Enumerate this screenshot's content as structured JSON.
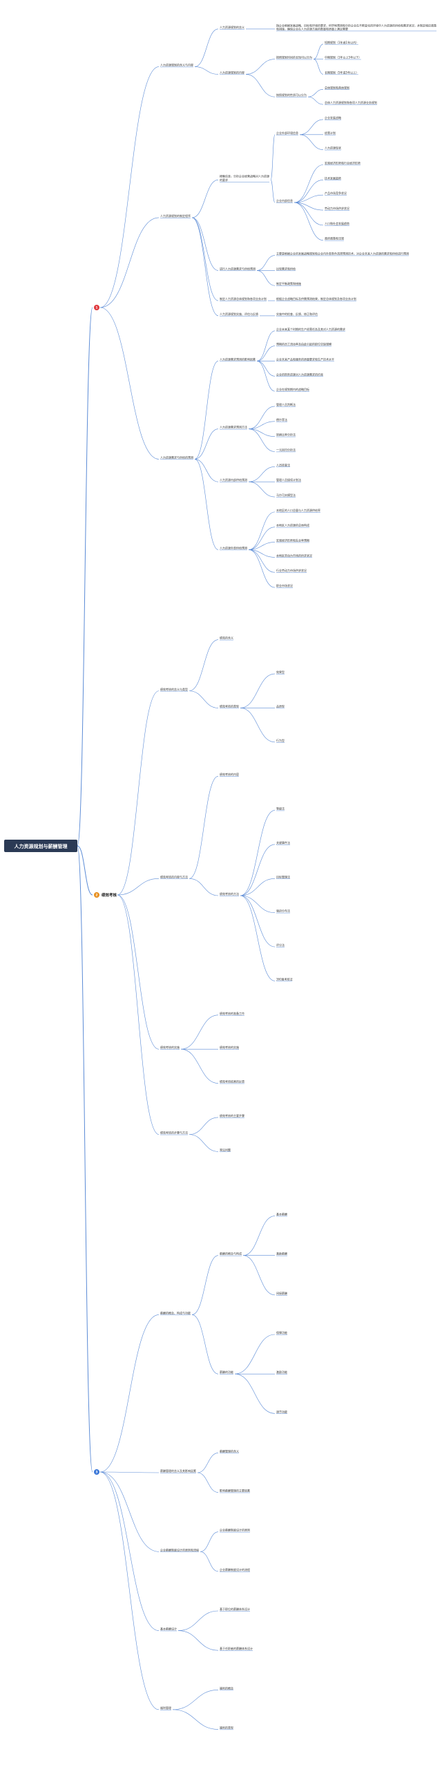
{
  "root": {
    "label": "人力资源规划与薪酬管理"
  },
  "branches": [
    {
      "num": "1",
      "label": "",
      "color": "#e0393e",
      "children": [
        {
          "label": "人力资源规划的含义与内容",
          "children": [
            {
              "label": "人力资源规划的含义",
              "children": [
                {
                  "label": "指企业根据发展战略、目标和环境的要求，科学地预测和分析企业在不断变化的环境中人力资源的供给和需求状况，并制定相应政策和措施，确保企业在人力资源方面的数量和质量上满足需要"
                }
              ]
            },
            {
              "label": "人力资源规划的内容",
              "children": [
                {
                  "label": "按照规划时间的长短可以分为",
                  "children": [
                    {
                      "label": "短期规划（1年或1年以内）"
                    },
                    {
                      "label": "中期规划（1年以上5年以下）"
                    },
                    {
                      "label": "长期规划（5年或5年以上）"
                    }
                  ]
                },
                {
                  "label": "按照规划的性质可以分为",
                  "children": [
                    {
                      "label": "总体规划和具体规划"
                    },
                    {
                      "label": "总体人力资源规划和各项人力资源业务规划"
                    }
                  ]
                }
              ]
            }
          ]
        },
        {
          "label": "人力资源规划的制定程序",
          "children": [
            {
              "label": "搜集信息，分析企业经营战略对人力资源的要求",
              "children": [
                {
                  "label": "企业外部环境信息",
                  "children": [
                    {
                      "label": "企业发展战略"
                    },
                    {
                      "label": "经营计划"
                    },
                    {
                      "label": "人力资源现状"
                    }
                  ]
                },
                {
                  "label": "企业内部信息",
                  "children": [
                    {
                      "label": "宏观经济形势和行业经济形势"
                    },
                    {
                      "label": "技术发展趋势"
                    },
                    {
                      "label": "产品市场竞争状况"
                    },
                    {
                      "label": "劳动力市场供求状况"
                    },
                    {
                      "label": "人口和社会发展趋势"
                    },
                    {
                      "label": "政府政策和法规"
                    }
                  ]
                }
              ]
            },
            {
              "label": "进行人力资源需求与供给预测",
              "children": [
                {
                  "label": "主要是根据企业的发展战略规划和企业内外部条件选择预测技术，对企业未来人力资源的需求和供给进行预测"
                },
                {
                  "label": "比较需求和供给"
                },
                {
                  "label": "制定平衡政策和措施"
                }
              ]
            },
            {
              "label": "制定人力资源总体规划和各项业务计划",
              "children": [
                {
                  "label": "根据企业战略目标及供需预测结果，制定总体规划及各项业务计划"
                }
              ]
            },
            {
              "label": "人力资源规划实施、评估与反馈",
              "children": [
                {
                  "label": "实施中的检查、反馈、修正和评估"
                }
              ]
            }
          ]
        },
        {
          "label": "人力资源需求与供给的预测",
          "children": [
            {
              "label": "人力资源需求预测的影响因素",
              "children": [
                {
                  "label": "企业未来某个时期的生产经营任务及其对人力资源的需求"
                },
                {
                  "label": "预期的员工流动率及由此引起的职位空缺规模"
                },
                {
                  "label": "企业未来产品和服务的质量要求和生产技术水平"
                },
                {
                  "label": "企业的财务资源对人力资源需求的约束"
                },
                {
                  "label": "企业在规划期内的战略目标"
                }
              ]
            },
            {
              "label": "人力资源需求预测方法",
              "children": [
                {
                  "label": "管理人员判断法"
                },
                {
                  "label": "德尔菲法"
                },
                {
                  "label": "转换比率分析法"
                },
                {
                  "label": "一元回归分析法"
                }
              ]
            },
            {
              "label": "人力资源内部供给预测",
              "children": [
                {
                  "label": "人员核查法"
                },
                {
                  "label": "管理人员接续计划法"
                },
                {
                  "label": "马尔可夫模型法"
                }
              ]
            },
            {
              "label": "人力资源外部供给预测",
              "children": [
                {
                  "label": "本地区的人口总量与人力资源供给率"
                },
                {
                  "label": "本地区人力资源的总体构成"
                },
                {
                  "label": "宏观经济形势和失业率预期"
                },
                {
                  "label": "本地区劳动力市场的供求状况"
                },
                {
                  "label": "行业劳动力市场供求状况"
                },
                {
                  "label": "职业市场状况"
                }
              ]
            }
          ]
        }
      ]
    },
    {
      "num": "2",
      "label": "绩效考核",
      "color": "#e8901f",
      "children": [
        {
          "label": "绩效考核的含义与类型",
          "children": [
            {
              "label": "绩效的含义"
            },
            {
              "label": "绩效考核的类型",
              "children": [
                {
                  "label": "效果型"
                },
                {
                  "label": "品质型"
                },
                {
                  "label": "行为型"
                }
              ]
            }
          ]
        },
        {
          "label": "绩效考核的内容与方法",
          "children": [
            {
              "label": "绩效考核的内容"
            },
            {
              "label": "绩效考核的方法",
              "children": [
                {
                  "label": "等级法"
                },
                {
                  "label": "关键事件法"
                },
                {
                  "label": "目标管理法"
                },
                {
                  "label": "强迫分布法"
                },
                {
                  "label": "评分法"
                },
                {
                  "label": "360度考核法"
                }
              ]
            }
          ]
        },
        {
          "label": "绩效考核的实施",
          "children": [
            {
              "label": "绩效考核的准备工作"
            },
            {
              "label": "绩效考核的实施"
            },
            {
              "label": "绩效考核结果的反馈"
            }
          ]
        },
        {
          "label": "绩效考核的步骤与方法",
          "children": [
            {
              "label": "绩效考核的主要步骤"
            },
            {
              "label": "常见问题"
            }
          ]
        }
      ]
    },
    {
      "num": "3",
      "label": "",
      "color": "#3b78d8",
      "children": [
        {
          "label": "薪酬的概念、构成与功能",
          "children": [
            {
              "label": "薪酬的概念与构成",
              "children": [
                {
                  "label": "基本薪酬"
                },
                {
                  "label": "激励薪酬"
                },
                {
                  "label": "间接薪酬"
                }
              ]
            },
            {
              "label": "薪酬的功能",
              "children": [
                {
                  "label": "保障功能"
                },
                {
                  "label": "激励功能"
                },
                {
                  "label": "调节功能"
                }
              ]
            }
          ]
        },
        {
          "label": "薪酬管理的含义及其影响因素",
          "children": [
            {
              "label": "薪酬管理的含义"
            },
            {
              "label": "影响薪酬管理的主要因素"
            }
          ]
        },
        {
          "label": "企业薪酬制度设计的原则和流程",
          "children": [
            {
              "label": "企业薪酬制度设计的原则"
            },
            {
              "label": "企业薪酬制度设计的流程"
            }
          ]
        },
        {
          "label": "基本薪酬设计",
          "children": [
            {
              "label": "基于职位的薪酬体系设计"
            },
            {
              "label": "基于任职者的薪酬体系设计"
            }
          ]
        },
        {
          "label": "福利管理",
          "children": [
            {
              "label": "福利的概念"
            },
            {
              "label": "福利的类型"
            }
          ]
        }
      ]
    }
  ]
}
